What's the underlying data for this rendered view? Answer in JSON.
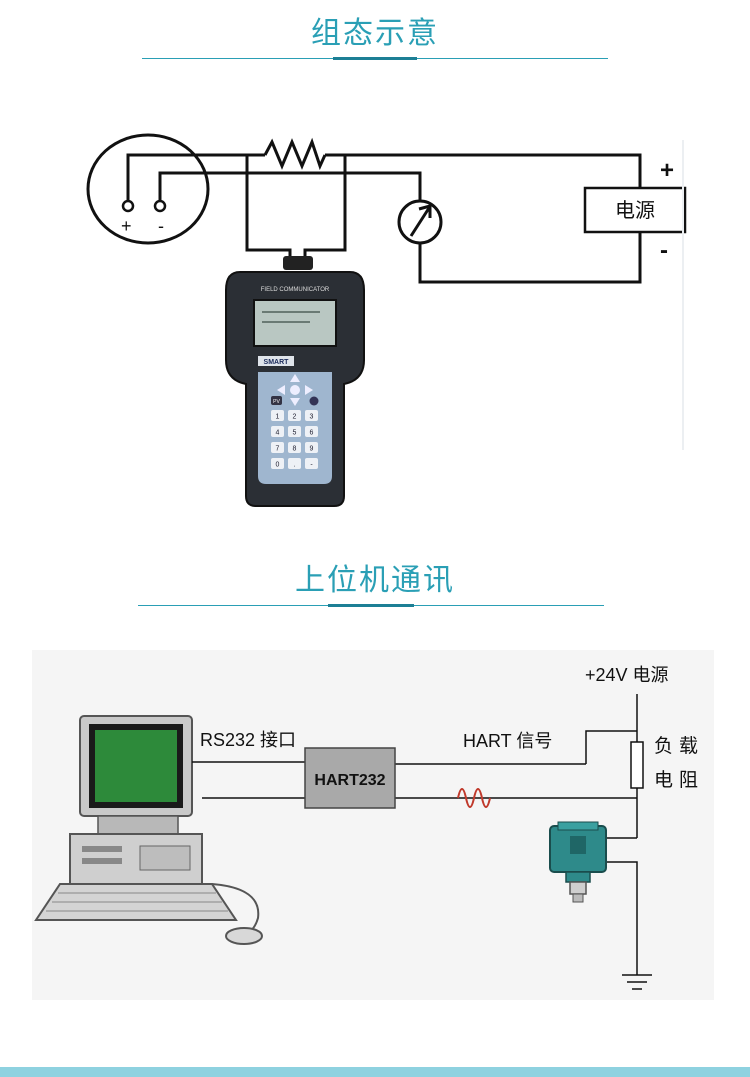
{
  "section1": {
    "title": "组态示意",
    "plus_label": "+",
    "minus_label": "-",
    "sensor_plus": "+",
    "sensor_minus": "-",
    "power_label": "电源",
    "communicator_header": "FIELD COMMUNICATOR",
    "communicator_brand": "SMART",
    "keypad_keys": [
      "1",
      "2",
      "3",
      "4",
      "5",
      "6",
      "7",
      "8",
      "9",
      "0",
      ".",
      "-"
    ],
    "pv_key": "PV"
  },
  "section2": {
    "title": "上位机通讯",
    "rs232_label": "RS232 接口",
    "hart232_label": "HART232",
    "hart_signal_label": "HART 信号",
    "supply_label": "+24V 电源",
    "load_label_1": "负 载",
    "load_label_2": "电 阻"
  },
  "colors": {
    "accent": "#2a9fb5",
    "transmitter": "#2e8a8a",
    "screen_green": "#2d8a3a",
    "signal_wave": "#c0392b"
  }
}
